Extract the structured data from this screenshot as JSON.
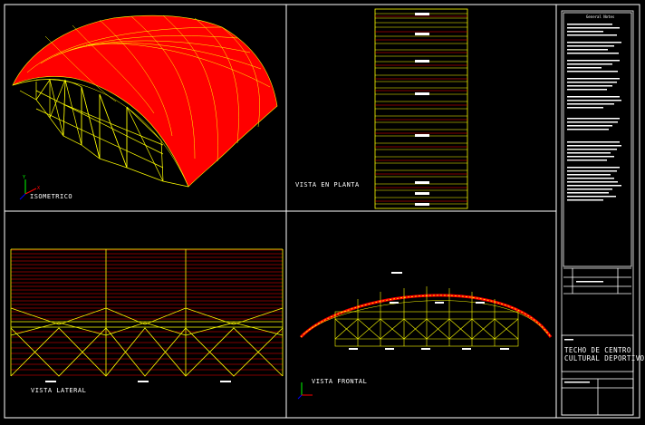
{
  "drawing": {
    "views": {
      "isometric": "ISOMETRICO",
      "plan": "VISTA EN PLANTA",
      "lateral": "VISTA LATERAL",
      "frontal": "VISTA FRONTAL"
    },
    "title_block": {
      "heading": "General Notes",
      "project_title_line1": "TECHO DE  CENTRO",
      "project_title_line2": "CULTURAL DEPORTIVO"
    }
  },
  "colors": {
    "background": "#000000",
    "border": "#ffffff",
    "roof_fill": "#ff0000",
    "structure": "#ffff00",
    "axis_x": "#ff0000",
    "axis_y": "#00ff00",
    "axis_z": "#0000ff"
  },
  "icons": {
    "ucs": "ucs-axes-icon"
  }
}
